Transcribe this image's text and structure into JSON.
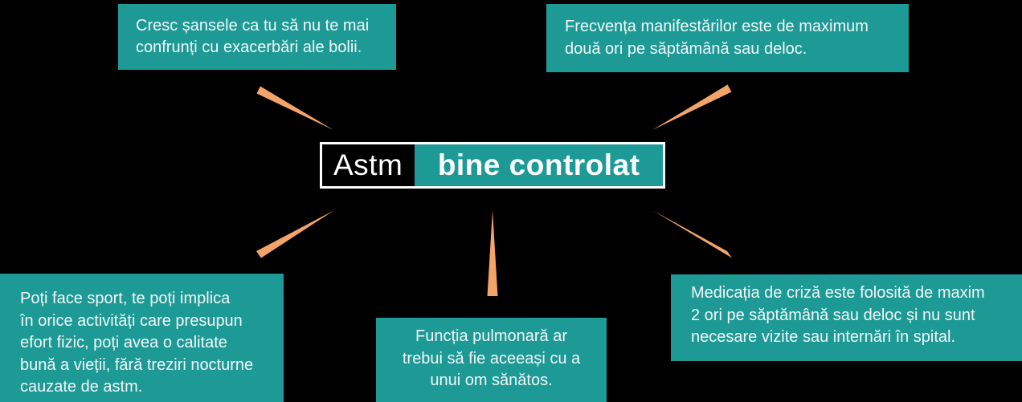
{
  "title": {
    "prefix": "Astm",
    "highlight": "bine controlat"
  },
  "boxes": {
    "top_left": {
      "text": "Cresc șansele ca tu să nu te mai\nconfrunți cu exacerbări ale bolii."
    },
    "top_right": {
      "text": "Frecvența manifestărilor este de maximum\ndouă ori pe săptămână sau deloc."
    },
    "bottom_left": {
      "text": "Poți face sport, te poți implica\nîn orice activități care presupun\nefort fizic, poți avea o calitate\nbună a vieții, fără treziri nocturne\ncauzate de astm."
    },
    "bottom_center": {
      "text": "Funcția pulmonară ar\ntrebui să fie aceeași cu a\nunui om sănătos."
    },
    "bottom_right": {
      "text": "Medicația de criză este folosită de maxim\n2 ori pe săptămână sau deloc și nu sunt\nnecesare vizite sau internări în spital."
    }
  },
  "colors": {
    "teal": "#1d9a96",
    "orange": "#f5a469",
    "background": "#000000",
    "text": "#f2f8f8"
  }
}
